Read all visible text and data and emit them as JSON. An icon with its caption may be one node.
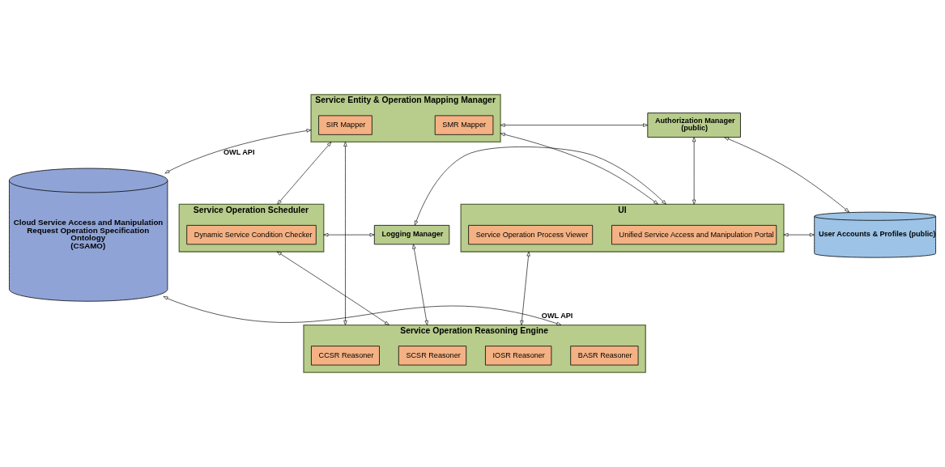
{
  "diagram": {
    "nodes": [
      {
        "text": [
          "Cloud Service Access and Manipulation Request Operation Specification Ontology (CSAMO)"
        ]
      },
      {
        "text": [
          "Service Entity & Operation Mapping Manager"
        ]
      },
      {
        "text": [
          "SIR Mapper"
        ],
        "in": 1
      },
      {
        "text": [
          "SMR Mapper"
        ],
        "in": 1
      },
      {
        "text": [
          "Authorization Manager",
          "(public)"
        ]
      },
      {
        "text": [
          "Service Operation Scheduler"
        ]
      },
      {
        "text": [
          "Dynamic Service Condition Checker"
        ],
        "in": 5
      },
      {
        "text": [
          "Logging Manager"
        ]
      },
      {
        "text": [
          "UI"
        ]
      },
      {
        "text": [
          "Unified Service Access and Manipulation Portal"
        ],
        "in": 8
      },
      {
        "text": [
          "Service Operation Process Viewer"
        ],
        "in": 8
      },
      {
        "text": [
          "User Accounts & Profiles (public)"
        ]
      },
      {
        "text": [
          "Service Operation Reasoning Engine"
        ]
      },
      {
        "text": [
          "BASR Reasoner"
        ],
        "in": 12
      },
      {
        "text": [
          "CCSR Reasoner"
        ],
        "in": 12
      },
      {
        "text": [
          "SCSR Reasoner"
        ],
        "in": 12
      },
      {
        "text": [
          "IOSR Reasoner"
        ],
        "in": 12
      }
    ],
    "edges": [
      {
        "from": 0,
        "to": 1,
        "arrow": "both",
        "label": "OWL API"
      },
      {
        "from": 0,
        "to": 12,
        "arrow": "both",
        "label": "OWL API"
      },
      {
        "from": 1,
        "to": 4,
        "arrow": "both"
      },
      {
        "from": 1,
        "to": 5,
        "arrow": "both"
      },
      {
        "from": 1,
        "to": 8,
        "arrow": "both"
      },
      {
        "from": 1,
        "to": 12,
        "arrow": "both"
      },
      {
        "from": 4,
        "to": 8,
        "arrow": "both"
      },
      {
        "from": 4,
        "to": 11,
        "arrow": "both"
      },
      {
        "from": 5,
        "to": 7,
        "arrow": "both"
      },
      {
        "from": 7,
        "to": 8,
        "arrow": "both"
      },
      {
        "from": 8,
        "to": 11,
        "arrow": "both"
      },
      {
        "from": 5,
        "to": 12,
        "arrow": "both"
      },
      {
        "from": 7,
        "to": 12,
        "arrow": "both"
      },
      {
        "from": 8,
        "to": 12,
        "arrow": "both"
      }
    ]
  }
}
